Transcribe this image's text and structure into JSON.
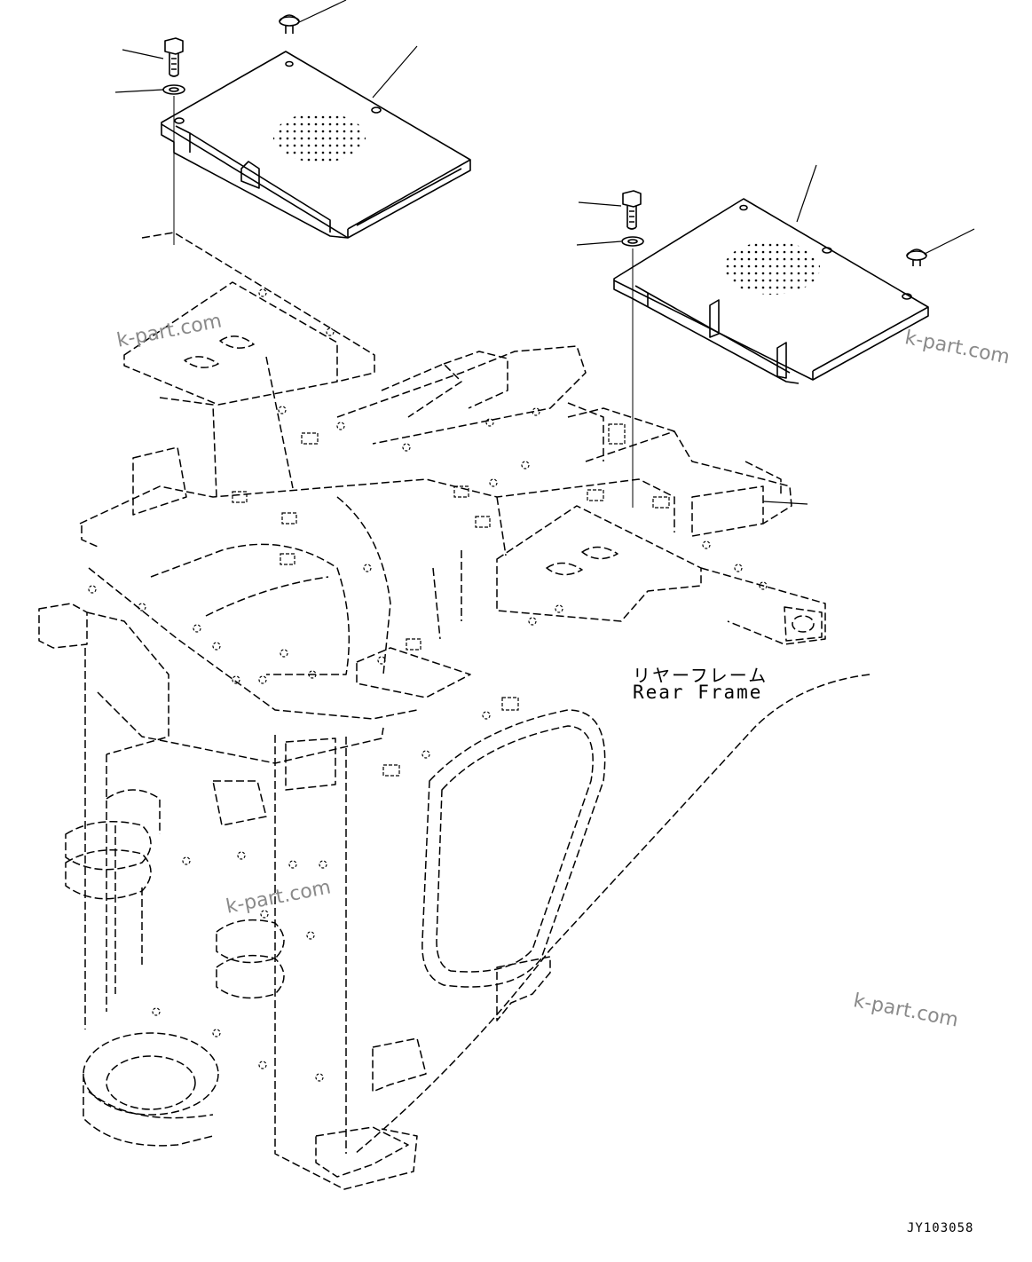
{
  "labels": {
    "part_name_jp": "リヤーフレーム",
    "part_name_en": "Rear Frame",
    "drawing_code": "JY103058"
  },
  "watermarks": [
    "k-part.com",
    "k-part.com",
    "k-part.com",
    "k-part.com"
  ],
  "colors": {
    "line": "#000000",
    "watermark": "#8a8a8a",
    "background": "#ffffff"
  }
}
